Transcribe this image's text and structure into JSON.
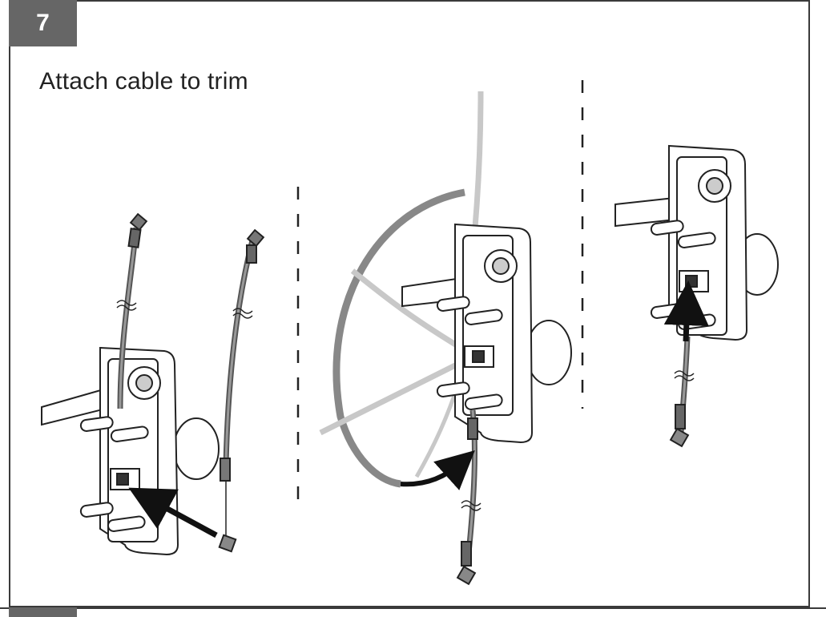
{
  "step": {
    "number": "7"
  },
  "title": "Attach cable to trim",
  "colors": {
    "badge": "#666666",
    "line": "#222222",
    "ghost": "#bdbdbd"
  },
  "illustrations": [
    {
      "name": "remove-cable-panel",
      "icon": "lock-trim-with-cable"
    },
    {
      "name": "route-cable-panel",
      "icon": "lock-trim-cable-rotation"
    },
    {
      "name": "attach-cable-panel",
      "icon": "lock-trim-cable-attached"
    }
  ]
}
